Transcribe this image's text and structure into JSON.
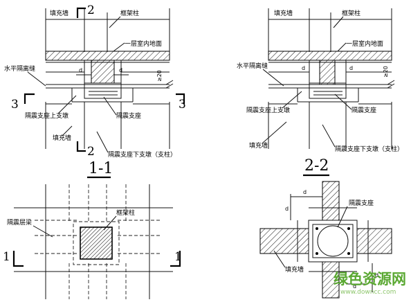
{
  "labels": {
    "infill_wall": "填充墙",
    "frame_column": "框架柱",
    "ground_floor": "一层室内地面",
    "horizontal_joint": "水平隔离缝",
    "isolator_upper_pier": "隔震支座上支墩",
    "isolator_bearing": "隔震支座",
    "isolator_lower_pier": "隔震支座下支墩（支柱）",
    "isolation_beam": "隔震层梁",
    "dim_d": "d",
    "dim_20": "≥20"
  },
  "section_marks": {
    "two": "2",
    "three": "3",
    "one": "1"
  },
  "titles": {
    "section_1": "1-1",
    "section_2": "2-2"
  },
  "watermark": {
    "name": "绿色资源网",
    "url": "www.downcc.com"
  }
}
